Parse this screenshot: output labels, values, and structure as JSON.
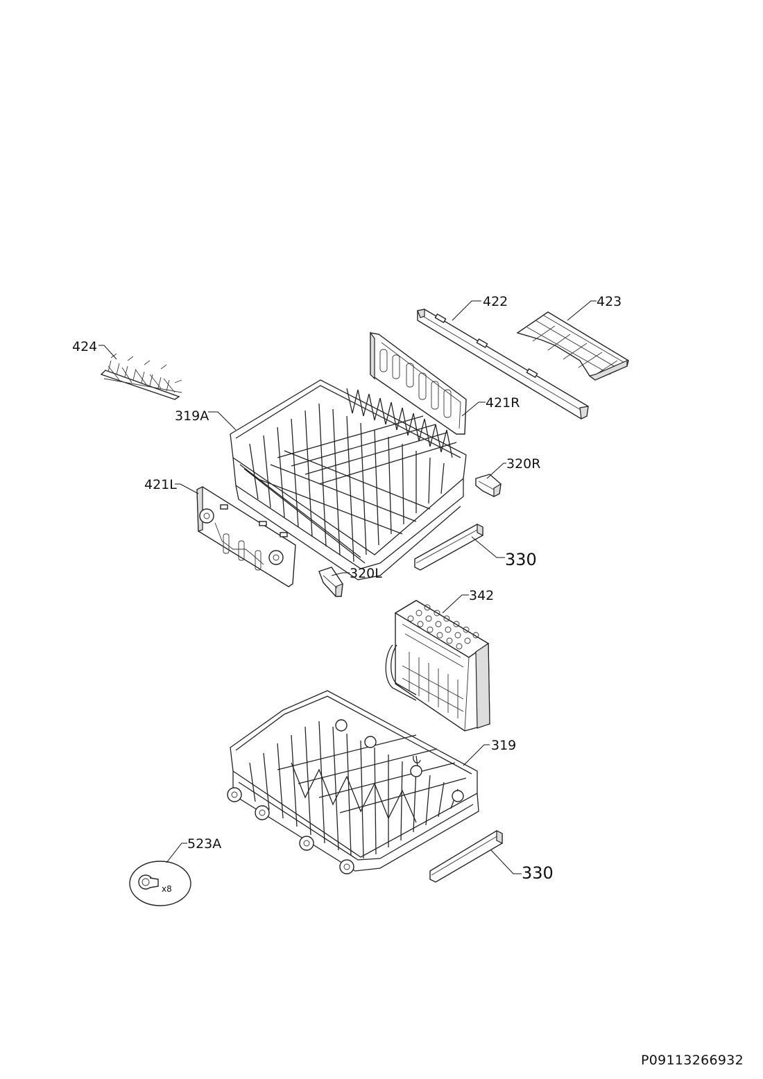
{
  "labels": {
    "p422": "422",
    "p423": "423",
    "p424": "424",
    "p421R": "421R",
    "p319A": "319A",
    "p320R": "320R",
    "p421L": "421L",
    "p330_upper": "330",
    "p320L": "320L",
    "p342": "342",
    "p319": "319",
    "p523A": "523A",
    "p330_lower": "330",
    "qty_523A": "x8"
  },
  "document_code": "P09113266932"
}
